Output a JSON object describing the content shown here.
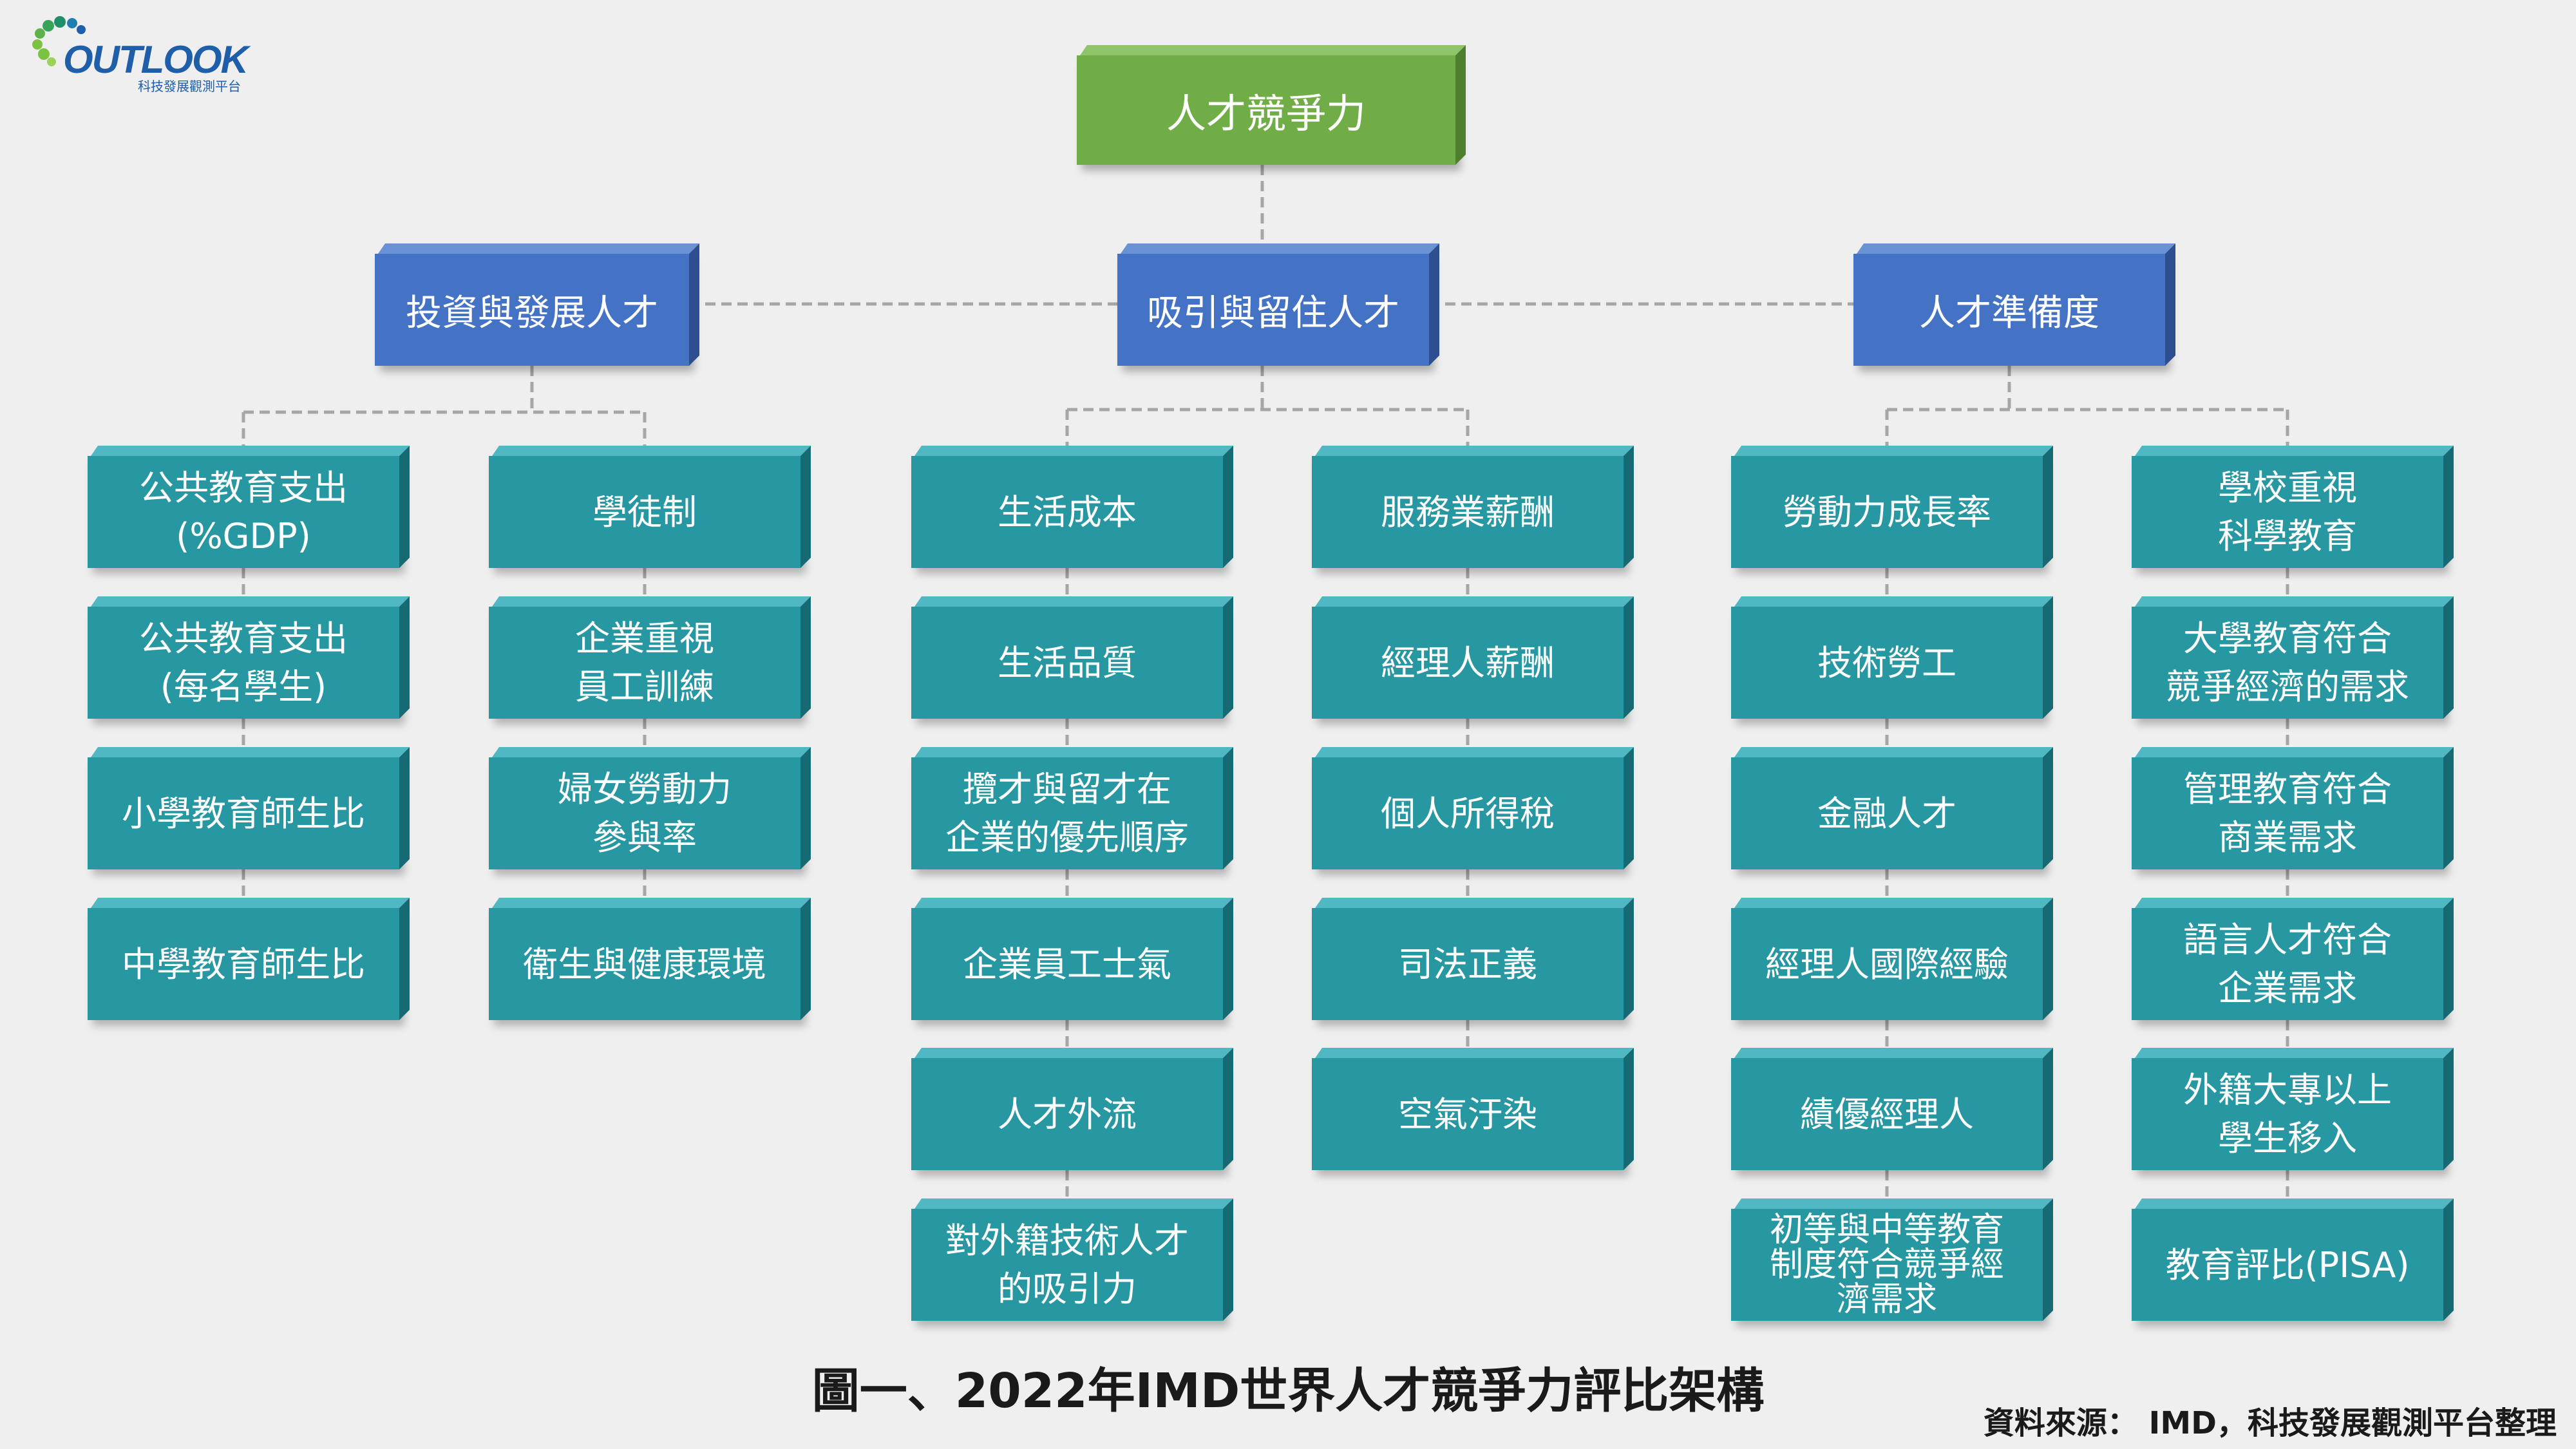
{
  "logo": {
    "word": "OUTLOOK",
    "subtitle": "科技發展觀測平台"
  },
  "root": {
    "label": "人才競爭力"
  },
  "categories": [
    {
      "label": "投資與發展人才"
    },
    {
      "label": "吸引與留住人才"
    },
    {
      "label": "人才準備度"
    }
  ],
  "columns": [
    [
      "公共教育支出\n(%GDP)",
      "公共教育支出\n(每名學生)",
      "小學教育師生比",
      "中學教育師生比"
    ],
    [
      "學徒制",
      "企業重視\n員工訓練",
      "婦女勞動力\n參與率",
      "衛生與健康環境"
    ],
    [
      "生活成本",
      "生活品質",
      "攬才與留才在\n企業的優先順序",
      "企業員工士氣",
      "人才外流",
      "對外籍技術人才\n的吸引力"
    ],
    [
      "服務業薪酬",
      "經理人薪酬",
      "個人所得稅",
      "司法正義",
      "空氣汙染"
    ],
    [
      "勞動力成長率",
      "技術勞工",
      "金融人才",
      "經理人國際經驗",
      "績優經理人",
      "初等與中等教育\n制度符合競爭經\n濟需求"
    ],
    [
      "學校重視\n科學教育",
      "大學教育符合\n競爭經濟的需求",
      "管理教育符合\n商業需求",
      "語言人才符合\n企業需求",
      "外籍大專以上\n學生移入",
      "教育評比(PISA)"
    ]
  ],
  "caption": "圖一、2022年IMD世界人才競爭力評比架構",
  "source": "資料來源： IMD，科技發展觀測平台整理"
}
